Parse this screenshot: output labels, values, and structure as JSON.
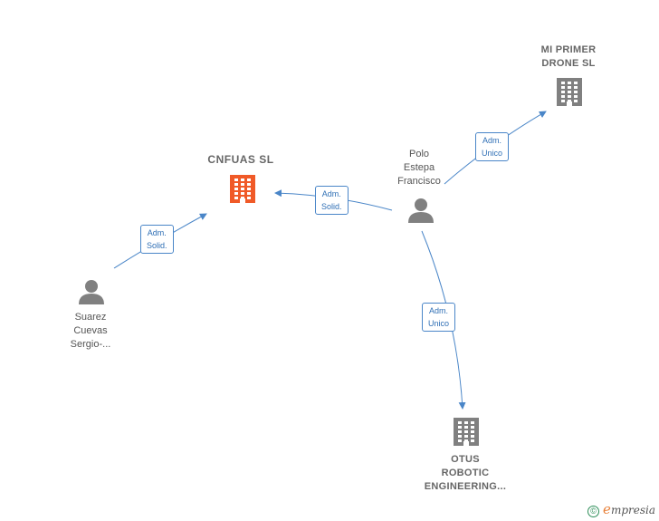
{
  "nodes": {
    "main_company": {
      "lines": [
        "CNFUAS  SL"
      ],
      "color": "#f05a28"
    },
    "mi_primer": {
      "lines": [
        "MI PRIMER",
        "DRONE  SL"
      ],
      "color": "#808080"
    },
    "otus": {
      "lines": [
        "OTUS",
        "ROBOTIC",
        "ENGINEERING..."
      ],
      "color": "#808080"
    },
    "polo": {
      "lines": [
        "Polo",
        "Estepa",
        "Francisco"
      ]
    },
    "suarez": {
      "lines": [
        "Suarez",
        "Cuevas",
        "Sergio-..."
      ]
    }
  },
  "edges": {
    "polo_cnfuas": [
      "Adm.",
      "Solid."
    ],
    "suarez_cnfuas": [
      "Adm.",
      "Solid."
    ],
    "polo_mi_primer": [
      "Adm.",
      "Unico"
    ],
    "polo_otus": [
      "Adm.",
      "Unico"
    ]
  },
  "colors": {
    "edge": "#4a86c8",
    "person": "#808080"
  },
  "footer": {
    "copyright": "©",
    "brand_initial": "e",
    "brand_rest": "mpresia"
  }
}
